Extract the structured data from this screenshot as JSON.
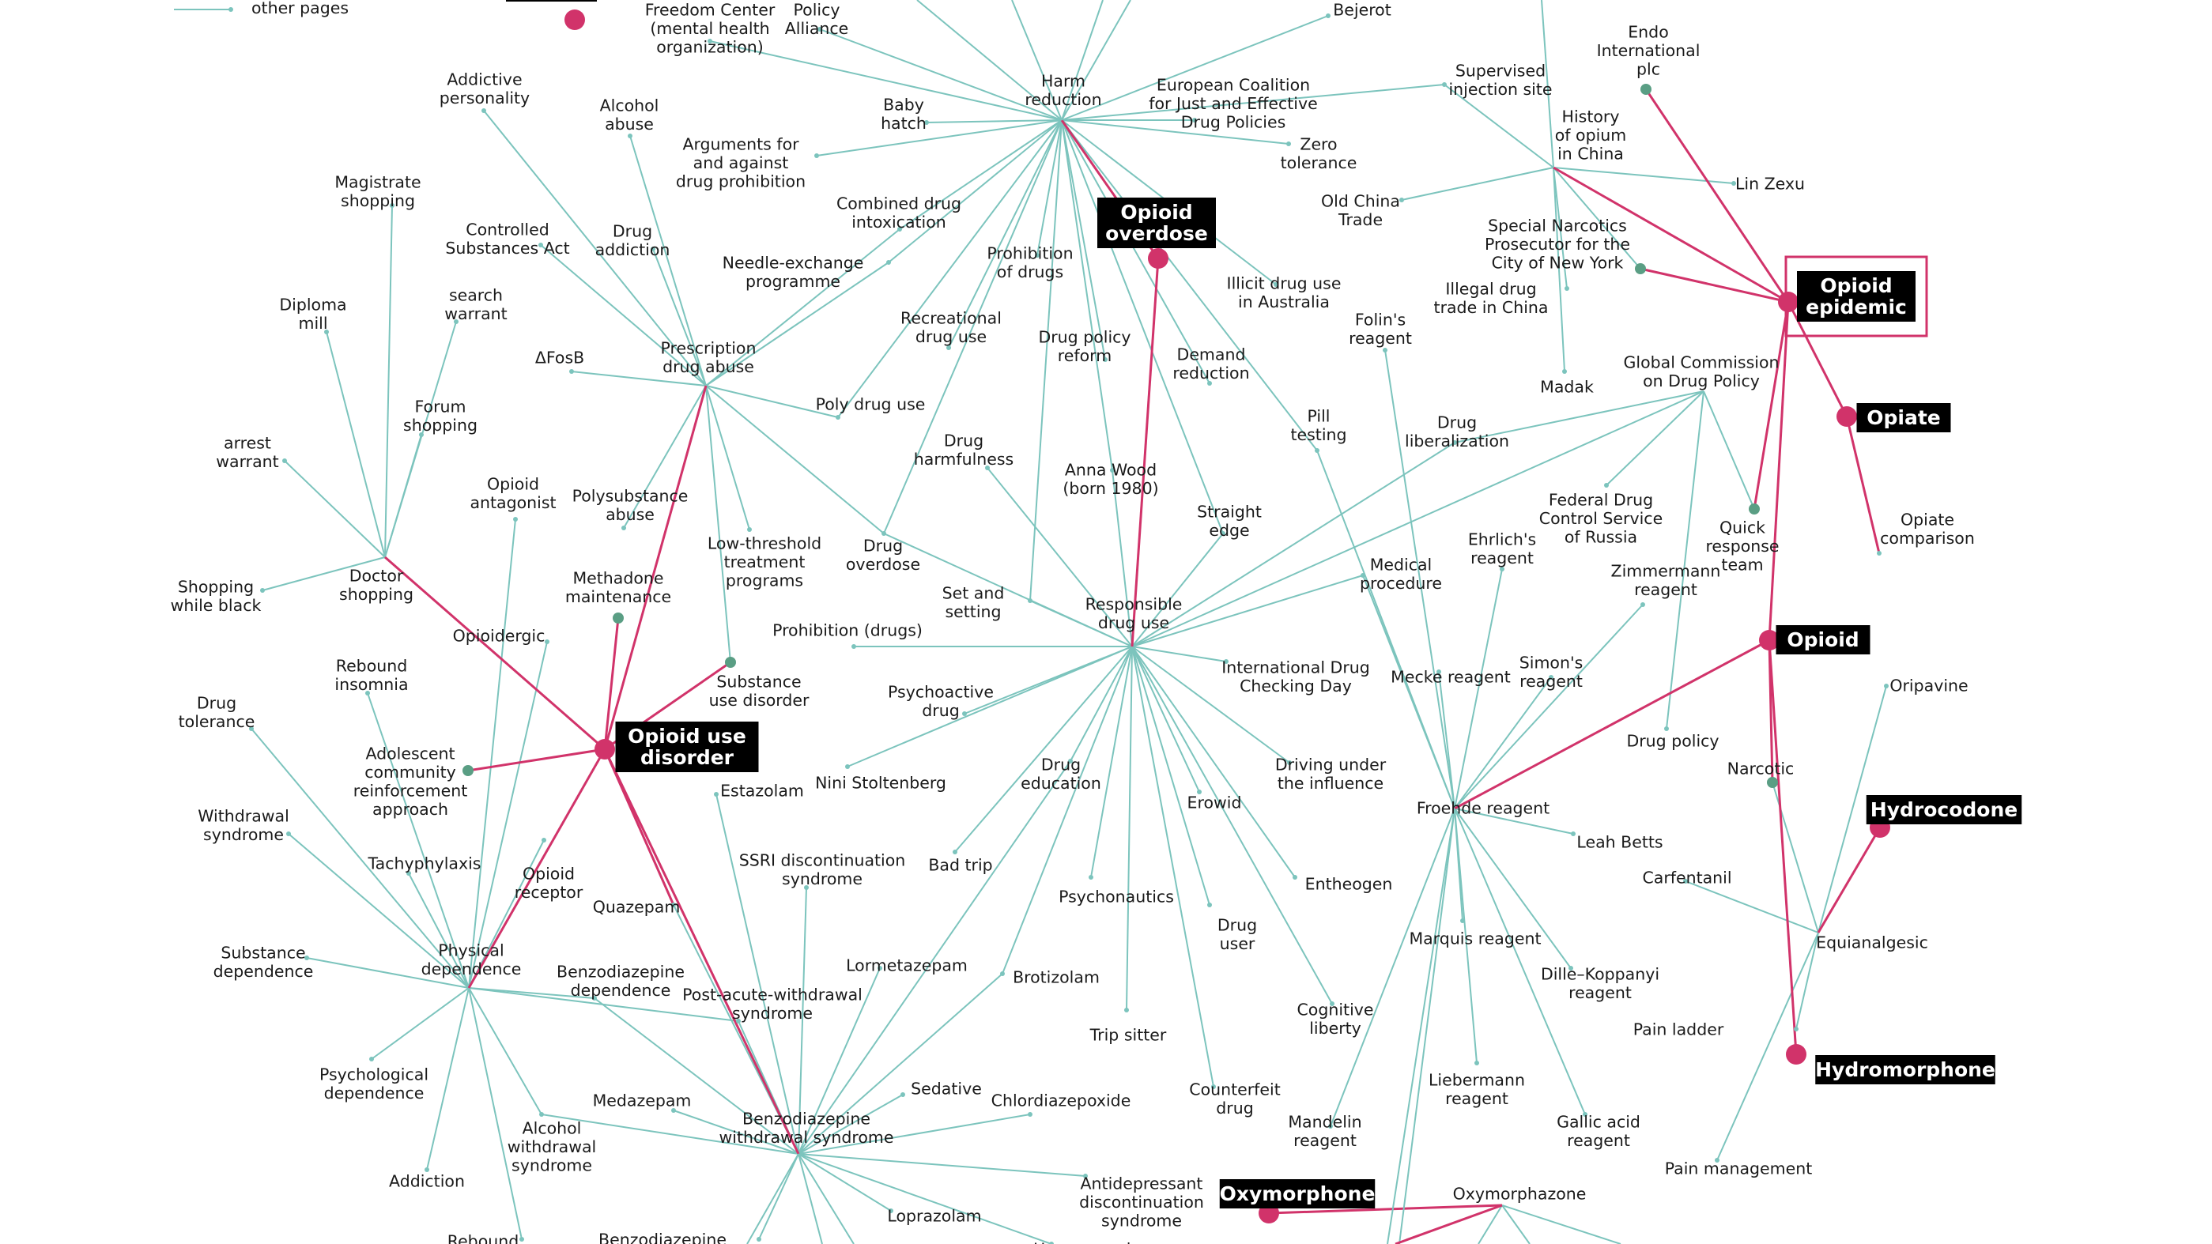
{
  "colors": {
    "teal": "#7cc4bd",
    "teal_node": "#5a9e84",
    "pink": "#d1336a",
    "label_bg": "#000000",
    "highlight_box": "#d1336a"
  },
  "legend": {
    "other_pages_label": "other pages"
  },
  "nodes": [
    {
      "id": "harm",
      "lines": [
        "Harm",
        "reduction"
      ]
    },
    {
      "id": "rdu",
      "lines": [
        "Responsible",
        "drug use"
      ]
    },
    {
      "id": "pda",
      "lines": [
        "Prescription",
        "drug abuse"
      ]
    },
    {
      "id": "doc",
      "lines": [
        "Doctor",
        "shopping"
      ]
    },
    {
      "id": "pd",
      "lines": [
        "Physical",
        "dependence"
      ]
    },
    {
      "id": "bws",
      "lines": [
        "Benzodiazepine",
        "withdrawal syndrome"
      ]
    },
    {
      "id": "froehde",
      "lines": [
        "Froehde reagent"
      ]
    },
    {
      "id": "hoc",
      "lines": [
        "History",
        "of opium",
        "in China"
      ]
    },
    {
      "id": "gcdp",
      "lines": [
        "Global Commission",
        "on Drug Policy"
      ]
    },
    {
      "id": "equi",
      "lines": [
        "Equianalgesic"
      ]
    },
    {
      "id": "oxyz",
      "lines": [
        "Oxymorphazone"
      ]
    },
    {
      "id": "oud",
      "lines": [
        "Opioid use",
        "disorder"
      ],
      "key": true
    },
    {
      "id": "ood",
      "lines": [
        "Opioid",
        "overdose"
      ],
      "key": true
    },
    {
      "id": "oep",
      "lines": [
        "Opioid",
        "epidemic"
      ],
      "key": true,
      "highlight": true
    },
    {
      "id": "opiate",
      "lines": [
        "Opiate"
      ],
      "key": true
    },
    {
      "id": "opioid",
      "lines": [
        "Opioid"
      ],
      "key": true
    },
    {
      "id": "hydrocodone",
      "lines": [
        "Hydrocodone"
      ],
      "key": true
    },
    {
      "id": "hydromorphone",
      "lines": [
        "Hydromorphone"
      ],
      "key": true
    },
    {
      "id": "oxymorphone",
      "lines": [
        "Oxymorphone"
      ],
      "key": true
    },
    {
      "id": "freedom",
      "lines": [
        "Freedom Center",
        "(mental health",
        "organization)"
      ]
    },
    {
      "id": "policy_alliance",
      "lines": [
        "Policy",
        "Alliance"
      ]
    },
    {
      "id": "bejerot",
      "lines": [
        "Bejerot"
      ]
    },
    {
      "id": "supervised",
      "lines": [
        "Supervised",
        "injection site"
      ]
    },
    {
      "id": "endo",
      "lines": [
        "Endo",
        "International",
        "plc"
      ]
    },
    {
      "id": "ecjedp",
      "lines": [
        "European Coalition",
        "for Just and Effective",
        "Drug Policies"
      ]
    },
    {
      "id": "baby",
      "lines": [
        "Baby",
        "hatch"
      ]
    },
    {
      "id": "zero",
      "lines": [
        "Zero",
        "tolerance"
      ]
    },
    {
      "id": "args",
      "lines": [
        "Arguments for",
        "and against",
        "drug prohibition"
      ]
    },
    {
      "id": "addictive",
      "lines": [
        "Addictive",
        "personality"
      ]
    },
    {
      "id": "alcohol_abuse",
      "lines": [
        "Alcohol",
        "abuse"
      ]
    },
    {
      "id": "lin",
      "lines": [
        "Lin Zexu"
      ]
    },
    {
      "id": "old_china",
      "lines": [
        "Old China",
        "Trade"
      ]
    },
    {
      "id": "magistrate",
      "lines": [
        "Magistrate",
        "shopping"
      ]
    },
    {
      "id": "combined",
      "lines": [
        "Combined drug",
        "intoxication"
      ]
    },
    {
      "id": "csa",
      "lines": [
        "Controlled",
        "Substances Act"
      ]
    },
    {
      "id": "drug_addiction",
      "lines": [
        "Drug",
        "addiction"
      ]
    },
    {
      "id": "prohibition_drugs",
      "lines": [
        "Prohibition",
        "of drugs"
      ]
    },
    {
      "id": "special",
      "lines": [
        "Special Narcotics",
        "Prosecutor for the",
        "City of New York"
      ]
    },
    {
      "id": "needle",
      "lines": [
        "Needle-exchange",
        "programme"
      ]
    },
    {
      "id": "illicit_au",
      "lines": [
        "Illicit drug use",
        "in Australia"
      ]
    },
    {
      "id": "illegal_china",
      "lines": [
        "Illegal drug",
        "trade in China"
      ]
    },
    {
      "id": "search_warrant",
      "lines": [
        "search",
        "warrant"
      ]
    },
    {
      "id": "diploma",
      "lines": [
        "Diploma",
        "mill"
      ]
    },
    {
      "id": "recreational",
      "lines": [
        "Recreational",
        "drug use"
      ]
    },
    {
      "id": "folin",
      "lines": [
        "Folin's",
        "reagent"
      ]
    },
    {
      "id": "dpr",
      "lines": [
        "Drug policy",
        "reform"
      ]
    },
    {
      "id": "demand",
      "lines": [
        "Demand",
        "reduction"
      ]
    },
    {
      "id": "fosb",
      "lines": [
        "ΔFosB"
      ]
    },
    {
      "id": "madak",
      "lines": [
        "Madak"
      ]
    },
    {
      "id": "poly",
      "lines": [
        "Poly drug use"
      ]
    },
    {
      "id": "forum",
      "lines": [
        "Forum",
        "shopping"
      ]
    },
    {
      "id": "pill",
      "lines": [
        "Pill",
        "testing"
      ]
    },
    {
      "id": "liberalization",
      "lines": [
        "Drug",
        "liberalization"
      ]
    },
    {
      "id": "arrest",
      "lines": [
        "arrest",
        "warrant"
      ]
    },
    {
      "id": "harmfulness",
      "lines": [
        "Drug",
        "harmfulness"
      ]
    },
    {
      "id": "anna",
      "lines": [
        "Anna Wood",
        "(born 1980)"
      ]
    },
    {
      "id": "antagonist",
      "lines": [
        "Opioid",
        "antagonist"
      ]
    },
    {
      "id": "polysub",
      "lines": [
        "Polysubstance",
        "abuse"
      ]
    },
    {
      "id": "fdcs",
      "lines": [
        "Federal Drug",
        "Control Service",
        "of Russia"
      ]
    },
    {
      "id": "straight",
      "lines": [
        "Straight",
        "edge"
      ]
    },
    {
      "id": "quick",
      "lines": [
        "Quick",
        "response",
        "team"
      ]
    },
    {
      "id": "opiate_comp",
      "lines": [
        "Opiate",
        "comparison"
      ]
    },
    {
      "id": "ehrlich",
      "lines": [
        "Ehrlich's",
        "reagent"
      ]
    },
    {
      "id": "low_threshold",
      "lines": [
        "Low-threshold",
        "treatment",
        "programs"
      ]
    },
    {
      "id": "drug_overdose",
      "lines": [
        "Drug",
        "overdose"
      ]
    },
    {
      "id": "medical",
      "lines": [
        "Medical",
        "procedure"
      ]
    },
    {
      "id": "methadone",
      "lines": [
        "Methadone",
        "maintenance"
      ]
    },
    {
      "id": "shopping_black",
      "lines": [
        "Shopping",
        "while black"
      ]
    },
    {
      "id": "zimmermann",
      "lines": [
        "Zimmermann",
        "reagent"
      ]
    },
    {
      "id": "set_setting",
      "lines": [
        "Set and",
        "setting"
      ]
    },
    {
      "id": "prohibition_paren",
      "lines": [
        "Prohibition (drugs)"
      ]
    },
    {
      "id": "opioidergic",
      "lines": [
        "Opioidergic"
      ]
    },
    {
      "id": "idcd",
      "lines": [
        "International Drug",
        "Checking Day"
      ]
    },
    {
      "id": "rebound_insomnia",
      "lines": [
        "Rebound",
        "insomnia"
      ]
    },
    {
      "id": "mecke",
      "lines": [
        "Mecke reagent"
      ]
    },
    {
      "id": "simon",
      "lines": [
        "Simon's",
        "reagent"
      ]
    },
    {
      "id": "oripavine",
      "lines": [
        "Oripavine"
      ]
    },
    {
      "id": "sud",
      "lines": [
        "Substance",
        "use disorder"
      ]
    },
    {
      "id": "psychoactive",
      "lines": [
        "Psychoactive",
        "drug"
      ]
    },
    {
      "id": "tolerance",
      "lines": [
        "Drug",
        "tolerance"
      ]
    },
    {
      "id": "drug_policy",
      "lines": [
        "Drug policy"
      ]
    },
    {
      "id": "acra",
      "lines": [
        "Adolescent",
        "community",
        "reinforcement",
        "approach"
      ]
    },
    {
      "id": "drug_education",
      "lines": [
        "Drug",
        "education"
      ]
    },
    {
      "id": "driving",
      "lines": [
        "Driving under",
        "the influence"
      ]
    },
    {
      "id": "narcotic",
      "lines": [
        "Narcotic"
      ]
    },
    {
      "id": "nini",
      "lines": [
        "Nini Stoltenberg"
      ]
    },
    {
      "id": "estazolam",
      "lines": [
        "Estazolam"
      ]
    },
    {
      "id": "erowid",
      "lines": [
        "Erowid"
      ]
    },
    {
      "id": "withdrawal",
      "lines": [
        "Withdrawal",
        "syndrome"
      ]
    },
    {
      "id": "leah",
      "lines": [
        "Leah Betts"
      ]
    },
    {
      "id": "ssri",
      "lines": [
        "SSRI discontinuation",
        "syndrome"
      ]
    },
    {
      "id": "bad_trip",
      "lines": [
        "Bad trip"
      ]
    },
    {
      "id": "tachyphylaxis",
      "lines": [
        "Tachyphylaxis"
      ]
    },
    {
      "id": "carfentanil",
      "lines": [
        "Carfentanil"
      ]
    },
    {
      "id": "opioid_receptor",
      "lines": [
        "Opioid",
        "receptor"
      ]
    },
    {
      "id": "entheogen",
      "lines": [
        "Entheogen"
      ]
    },
    {
      "id": "psychonautics",
      "lines": [
        "Psychonautics"
      ]
    },
    {
      "id": "quazepam",
      "lines": [
        "Quazepam"
      ]
    },
    {
      "id": "drug_user",
      "lines": [
        "Drug",
        "user"
      ]
    },
    {
      "id": "marquis",
      "lines": [
        "Marquis reagent"
      ]
    },
    {
      "id": "sub_dep",
      "lines": [
        "Substance",
        "dependence"
      ]
    },
    {
      "id": "lormetazepam",
      "lines": [
        "Lormetazepam"
      ]
    },
    {
      "id": "benzo_dep",
      "lines": [
        "Benzodiazepine",
        "dependence"
      ]
    },
    {
      "id": "brotizolam",
      "lines": [
        "Brotizolam"
      ]
    },
    {
      "id": "dille",
      "lines": [
        "Dille–Koppanyi",
        "reagent"
      ]
    },
    {
      "id": "pan_wd",
      "lines": [
        "Post-acute-withdrawal",
        "syndrome"
      ]
    },
    {
      "id": "cognitive",
      "lines": [
        "Cognitive",
        "liberty"
      ]
    },
    {
      "id": "pain_ladder",
      "lines": [
        "Pain ladder"
      ]
    },
    {
      "id": "trip_sitter",
      "lines": [
        "Trip sitter"
      ]
    },
    {
      "id": "psych_dep",
      "lines": [
        "Psychological",
        "dependence"
      ]
    },
    {
      "id": "liebermann",
      "lines": [
        "Liebermann",
        "reagent"
      ]
    },
    {
      "id": "sedative",
      "lines": [
        "Sedative"
      ]
    },
    {
      "id": "counterfeit",
      "lines": [
        "Counterfeit",
        "drug"
      ]
    },
    {
      "id": "medazepam",
      "lines": [
        "Medazepam"
      ]
    },
    {
      "id": "chlordiazepoxide",
      "lines": [
        "Chlordiazepoxide"
      ]
    },
    {
      "id": "alc_wd",
      "lines": [
        "Alcohol",
        "withdrawal",
        "syndrome"
      ]
    },
    {
      "id": "mandelin",
      "lines": [
        "Mandelin",
        "reagent"
      ]
    },
    {
      "id": "gallic",
      "lines": [
        "Gallic acid",
        "reagent"
      ]
    },
    {
      "id": "pain_mgmt",
      "lines": [
        "Pain management"
      ]
    },
    {
      "id": "addiction",
      "lines": [
        "Addiction"
      ]
    },
    {
      "id": "antidep",
      "lines": [
        "Antidepressant",
        "discontinuation",
        "syndrome"
      ]
    },
    {
      "id": "loprazolam",
      "lines": [
        "Loprazolam"
      ]
    },
    {
      "id": "rebound",
      "lines": [
        "Rebound"
      ]
    },
    {
      "id": "benzodiazepine",
      "lines": [
        "Benzodiazepine"
      ]
    },
    {
      "id": "hypersomnia",
      "lines": [
        "Hypersomnia"
      ]
    }
  ]
}
